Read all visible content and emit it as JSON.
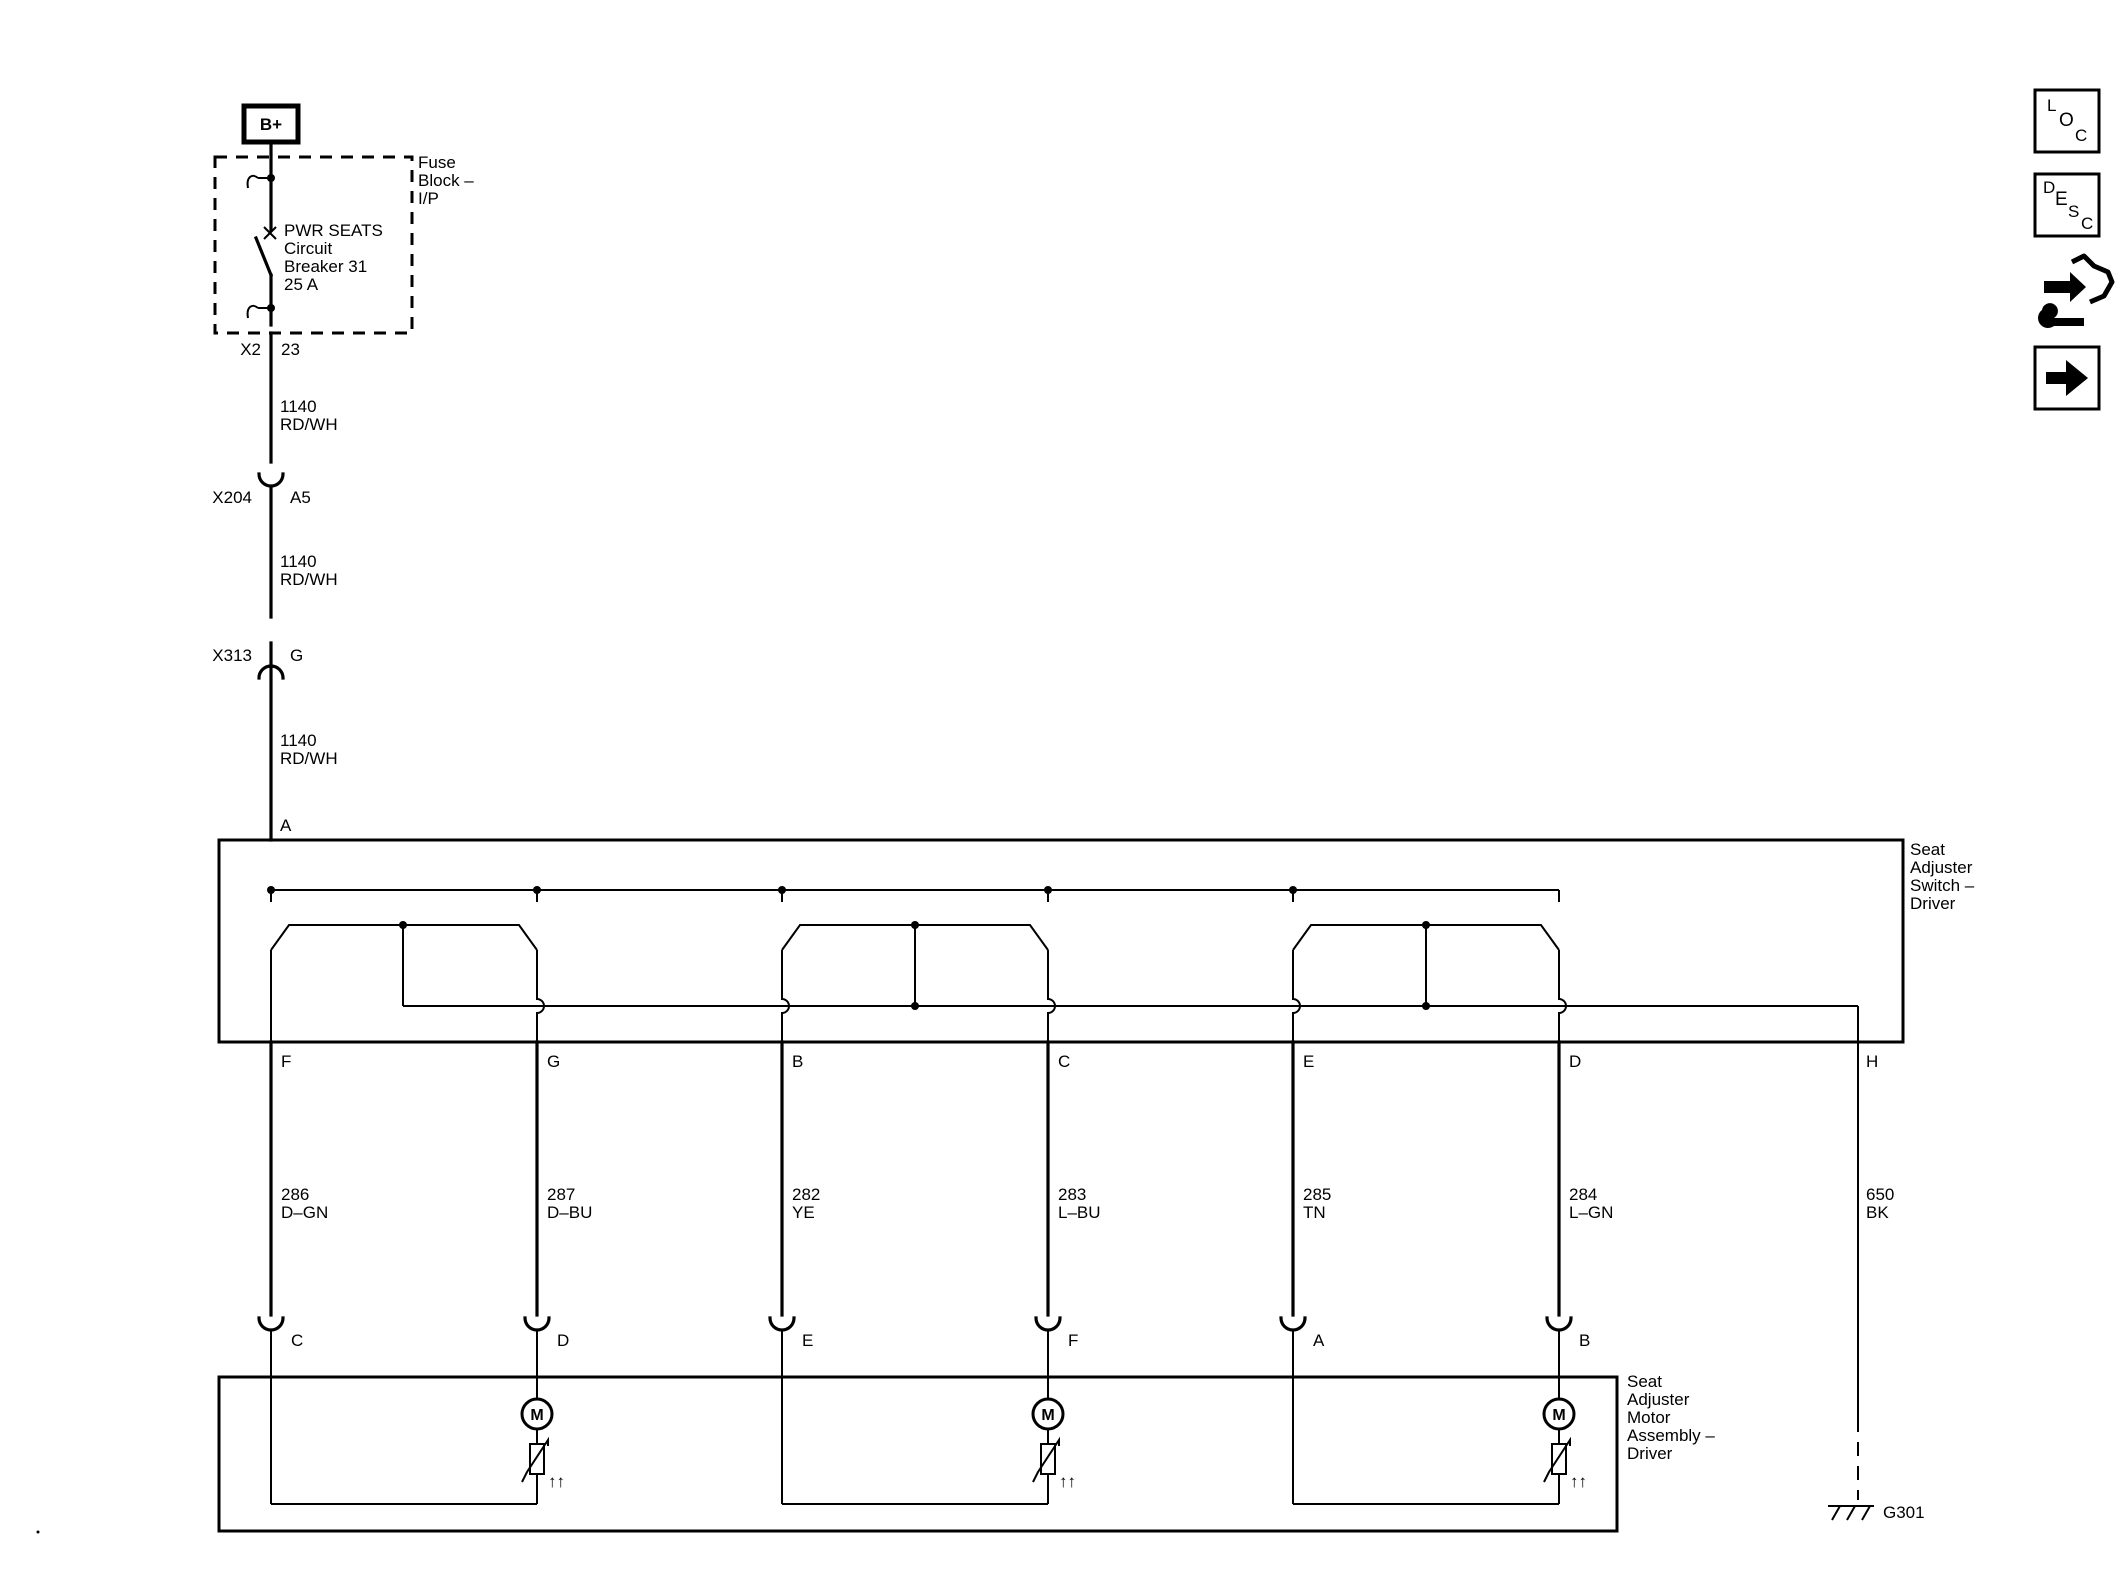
{
  "power": {
    "label": "B+"
  },
  "fuse_block": {
    "name": [
      "Fuse",
      "Block –",
      "I/P"
    ],
    "breaker": [
      "PWR SEATS",
      "Circuit",
      "Breaker 31",
      "25 A"
    ],
    "conn": "X2",
    "pin": "23"
  },
  "wire_1140": {
    "num": "1140",
    "color": "RD/WH"
  },
  "connectors": {
    "x204": {
      "name": "X204",
      "pin": "A5"
    },
    "x313": {
      "name": "X313",
      "pin": "G"
    }
  },
  "switch": {
    "name": [
      "Seat",
      "Adjuster",
      "Switch –",
      "Driver"
    ],
    "pin_in": "A",
    "pins": [
      "F",
      "G",
      "B",
      "C",
      "E",
      "D",
      "H"
    ]
  },
  "wires": [
    {
      "num": "286",
      "color": "D–GN"
    },
    {
      "num": "287",
      "color": "D–BU"
    },
    {
      "num": "282",
      "color": "YE"
    },
    {
      "num": "283",
      "color": "L–BU"
    },
    {
      "num": "285",
      "color": "TN"
    },
    {
      "num": "284",
      "color": "L–GN"
    },
    {
      "num": "650",
      "color": "BK"
    }
  ],
  "motor_pins": [
    "C",
    "D",
    "E",
    "F",
    "A",
    "B"
  ],
  "motor_assembly": {
    "name": [
      "Seat",
      "Adjuster",
      "Motor",
      "Assembly –",
      "Driver"
    ],
    "motor_label": "M"
  },
  "ground": {
    "name": "G301"
  },
  "nav_icons": {
    "loc": {
      "name": "location-icon",
      "letters": [
        "L",
        "O",
        "C"
      ]
    },
    "desc": {
      "name": "description-icon",
      "letters": [
        "D",
        "E",
        "S",
        "C"
      ]
    },
    "connector": {
      "name": "connector-info-icon"
    },
    "next": {
      "name": "next-arrow-icon"
    }
  }
}
